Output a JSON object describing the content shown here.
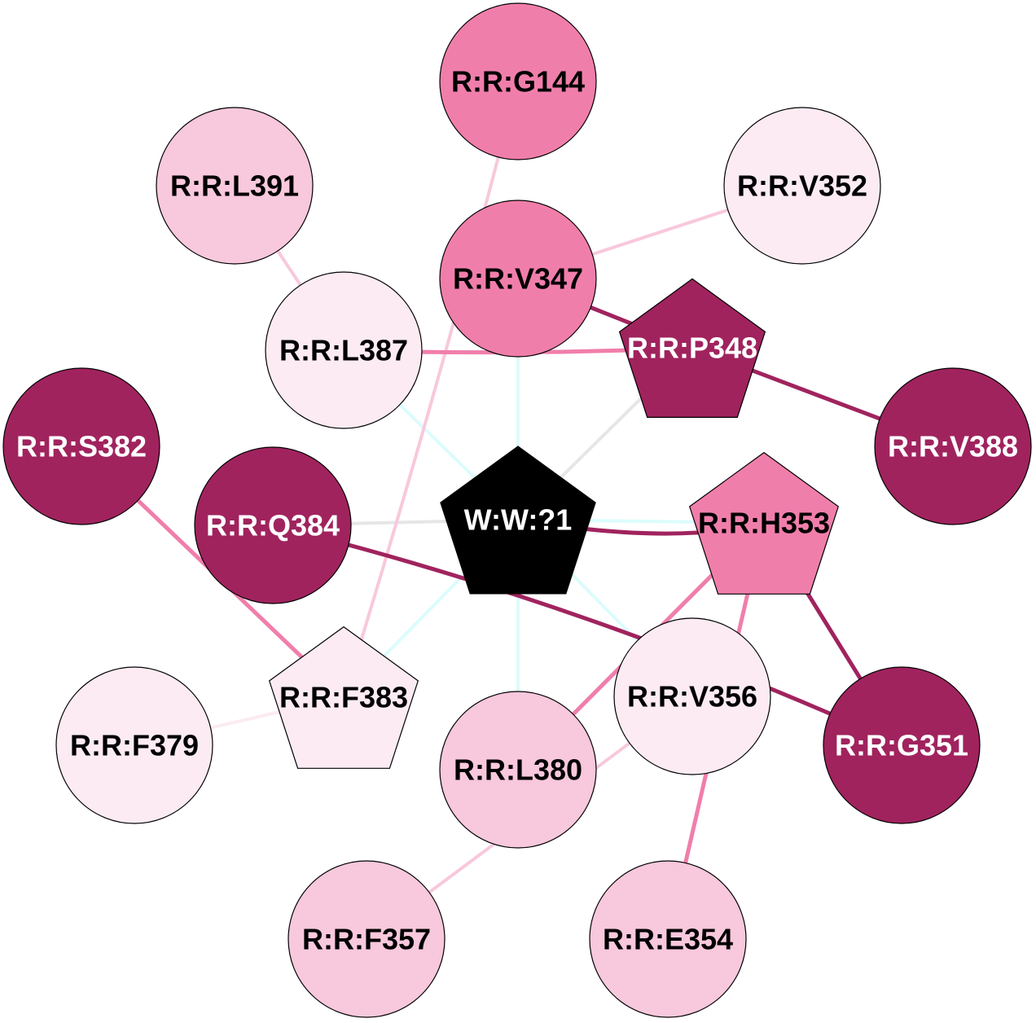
{
  "colors": {
    "dark": "#a0235e",
    "medium": "#f07eab",
    "light": "#f8c8dc",
    "pale": "#fcebf3",
    "center": "#000000",
    "edge_cyan": "#dcfcfc",
    "edge_gray": "#e6e6e6"
  },
  "nodes": [
    {
      "id": "W:W:?1",
      "label": "W:W:?1",
      "shape": "pentagon",
      "tone": "center",
      "text_color": "#ffffff"
    },
    {
      "id": "R:R:G144",
      "label": "R:R:G144",
      "shape": "circle",
      "tone": "medium",
      "text_color": "#000000"
    },
    {
      "id": "R:R:L391",
      "label": "R:R:L391",
      "shape": "circle",
      "tone": "light",
      "text_color": "#000000"
    },
    {
      "id": "R:R:V352",
      "label": "R:R:V352",
      "shape": "circle",
      "tone": "pale",
      "text_color": "#000000"
    },
    {
      "id": "R:R:V347",
      "label": "R:R:V347",
      "shape": "circle",
      "tone": "medium",
      "text_color": "#000000"
    },
    {
      "id": "R:R:P348",
      "label": "R:R:P348",
      "shape": "pentagon",
      "tone": "dark",
      "text_color": "#ffffff"
    },
    {
      "id": "R:R:L387",
      "label": "R:R:L387",
      "shape": "circle",
      "tone": "pale",
      "text_color": "#000000"
    },
    {
      "id": "R:R:V388",
      "label": "R:R:V388",
      "shape": "circle",
      "tone": "dark",
      "text_color": "#ffffff"
    },
    {
      "id": "R:R:S382",
      "label": "R:R:S382",
      "shape": "circle",
      "tone": "dark",
      "text_color": "#ffffff"
    },
    {
      "id": "R:R:Q384",
      "label": "R:R:Q384",
      "shape": "circle",
      "tone": "dark",
      "text_color": "#ffffff"
    },
    {
      "id": "R:R:H353",
      "label": "R:R:H353",
      "shape": "pentagon",
      "tone": "medium",
      "text_color": "#000000"
    },
    {
      "id": "R:R:F383",
      "label": "R:R:F383",
      "shape": "pentagon",
      "tone": "pale",
      "text_color": "#000000"
    },
    {
      "id": "R:R:V356",
      "label": "R:R:V356",
      "shape": "circle",
      "tone": "pale",
      "text_color": "#000000"
    },
    {
      "id": "R:R:F379",
      "label": "R:R:F379",
      "shape": "circle",
      "tone": "pale",
      "text_color": "#000000"
    },
    {
      "id": "R:R:L380",
      "label": "R:R:L380",
      "shape": "circle",
      "tone": "light",
      "text_color": "#000000"
    },
    {
      "id": "R:R:G351",
      "label": "R:R:G351",
      "shape": "circle",
      "tone": "dark",
      "text_color": "#ffffff"
    },
    {
      "id": "R:R:F357",
      "label": "R:R:F357",
      "shape": "circle",
      "tone": "light",
      "text_color": "#000000"
    },
    {
      "id": "R:R:E354",
      "label": "R:R:E354",
      "shape": "circle",
      "tone": "light",
      "text_color": "#000000"
    }
  ],
  "edges": [
    {
      "from": "W:W:?1",
      "to": "R:R:V347",
      "tone": "edge_cyan"
    },
    {
      "from": "W:W:?1",
      "to": "R:R:L387",
      "tone": "edge_cyan"
    },
    {
      "from": "W:W:?1",
      "to": "R:R:P348",
      "tone": "edge_gray"
    },
    {
      "from": "W:W:?1",
      "to": "R:R:Q384",
      "tone": "edge_gray"
    },
    {
      "from": "W:W:?1",
      "to": "R:R:H353",
      "tone": "edge_cyan"
    },
    {
      "from": "W:W:?1",
      "to": "R:R:F383",
      "tone": "edge_cyan"
    },
    {
      "from": "W:W:?1",
      "to": "R:R:L380",
      "tone": "edge_cyan"
    },
    {
      "from": "W:W:?1",
      "to": "R:R:V356",
      "tone": "edge_cyan"
    },
    {
      "from": "R:R:G144",
      "to": "R:R:F383",
      "tone": "light"
    },
    {
      "from": "R:R:L391",
      "to": "R:R:L387",
      "tone": "light"
    },
    {
      "from": "R:R:V352",
      "to": "R:R:V347",
      "tone": "light"
    },
    {
      "from": "R:R:V347",
      "to": "R:R:P348",
      "tone": "dark"
    },
    {
      "from": "R:R:L387",
      "to": "R:R:P348",
      "tone": "medium"
    },
    {
      "from": "R:R:P348",
      "to": "R:R:V388",
      "tone": "dark"
    },
    {
      "from": "R:R:S382",
      "to": "R:R:F383",
      "tone": "medium"
    },
    {
      "from": "R:R:Q384",
      "to": "R:R:G351",
      "tone": "dark"
    },
    {
      "from": "R:R:H353",
      "to": "W:W:?1",
      "tone": "dark"
    },
    {
      "from": "R:R:H353",
      "to": "R:R:L380",
      "tone": "medium"
    },
    {
      "from": "R:R:H353",
      "to": "R:R:G351",
      "tone": "dark"
    },
    {
      "from": "R:R:H353",
      "to": "R:R:E354",
      "tone": "medium"
    },
    {
      "from": "R:R:F379",
      "to": "R:R:F383",
      "tone": "pale"
    },
    {
      "from": "R:R:V356",
      "to": "R:R:F357",
      "tone": "light"
    }
  ]
}
